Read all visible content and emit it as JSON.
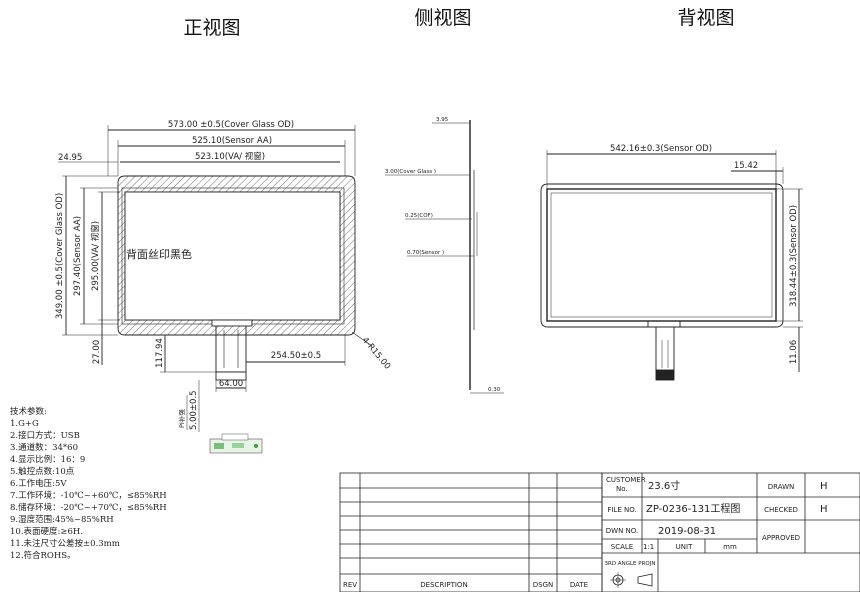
{
  "titles": {
    "front": "正视图",
    "side": "侧视图",
    "back": "背视图"
  },
  "front": {
    "glass_od_w": "573.00 ±0.5(Cover Glass OD)",
    "sensor_aa_w": "525.10(Sensor  AA)",
    "va_w": "523.10(VA/ 视窗)",
    "left_margin": "24.95",
    "glass_od_h": "349.00 ±0.5(Cover  Glass  OD)",
    "sensor_aa_h": "297.40(Sensor  AA)",
    "va_h": "295.00(VA/ 视窗)",
    "print_note": "背面丝印黑色",
    "bottom_margin": "27.00",
    "fpc_len": "117.94",
    "fpc_offset": "254.50±0.5",
    "corner_radius": "4-R15.00",
    "fpc_width": "64.00",
    "pi_label": "PI补强",
    "pi_width": "5.00±0.5"
  },
  "side": {
    "total": "3.95",
    "cover_glass": "3.00(Cover Glass )",
    "cof": "0.25(COF)",
    "sensor": "0.70(Sensor )",
    "fpc": "0.30"
  },
  "back": {
    "sensor_od_w": "542.16±0.3(Sensor OD)",
    "offset_w": "15.42",
    "sensor_od_h": "318.44±0.3(Sensor OD)",
    "offset_h": "11.06"
  },
  "specs": {
    "heading": "技术参数:",
    "items": [
      "1.G+G",
      "2.接口方式：USB",
      "3.通道数：34*60",
      "4.显示比例：16：9",
      "5.触控点数:10点",
      "6.工作电压:5V",
      "7.工作环境：-10℃~+60℃，≤85%RH",
      "8.储存环境：-20℃~+70℃，≤85%RH",
      "9.湿度范围:45%~85%RH",
      "10.表面硬度:≥6H.",
      "11.未注尺寸公差按±0.3mm",
      "12.符合ROHS。"
    ]
  },
  "title_block": {
    "customer_label_1": "CUSTOMER",
    "customer_label_2": "No.",
    "customer_value": "23.6寸",
    "drawn_label": "DRAWN",
    "drawn_value": "H",
    "file_label": "FILE NO.",
    "file_value": "ZP-0236-131工程图",
    "checked_label": "CHECKED",
    "checked_value": "H",
    "dwn_label": "DWN NO.",
    "dwn_value": "2019-08-31",
    "approved_label": "APPROVED",
    "scale_label": "SCALE",
    "scale_value": "1:1",
    "unit_label": "UNIT",
    "unit_value": "mm",
    "projection_label": "3RD ANGLE PROJN",
    "rev_label": "REV",
    "desc_label": "DESCRIPTION",
    "dsgn_label": "DSGN",
    "date_label": "DATE"
  }
}
